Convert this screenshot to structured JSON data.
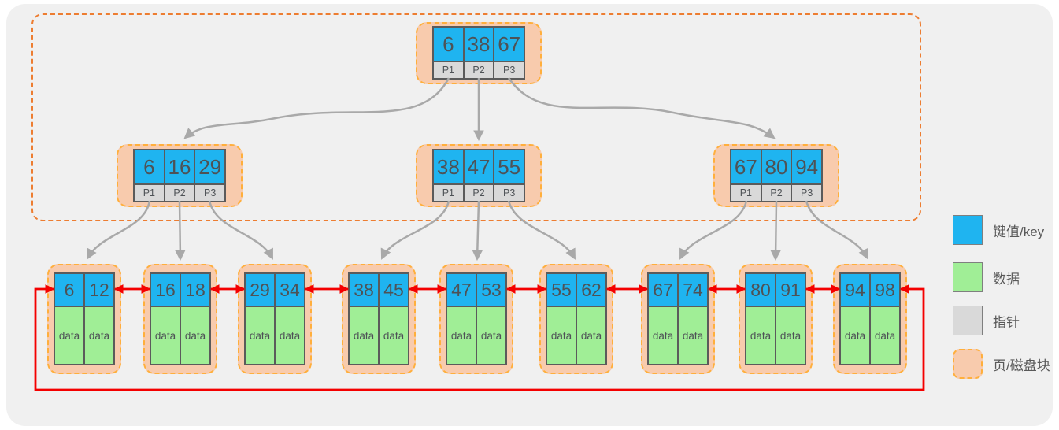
{
  "tree": {
    "root": {
      "keys": [
        "6",
        "38",
        "67"
      ],
      "pointers": [
        "P1",
        "P2",
        "P3"
      ]
    },
    "internal": [
      {
        "keys": [
          "6",
          "16",
          "29"
        ],
        "pointers": [
          "P1",
          "P2",
          "P3"
        ]
      },
      {
        "keys": [
          "38",
          "47",
          "55"
        ],
        "pointers": [
          "P1",
          "P2",
          "P3"
        ]
      },
      {
        "keys": [
          "67",
          "80",
          "94"
        ],
        "pointers": [
          "P1",
          "P2",
          "P3"
        ]
      }
    ],
    "leaves": [
      {
        "keys": [
          "6",
          "12"
        ],
        "data": [
          "data",
          "data"
        ]
      },
      {
        "keys": [
          "16",
          "18"
        ],
        "data": [
          "data",
          "data"
        ]
      },
      {
        "keys": [
          "29",
          "34"
        ],
        "data": [
          "data",
          "data"
        ]
      },
      {
        "keys": [
          "38",
          "45"
        ],
        "data": [
          "data",
          "data"
        ]
      },
      {
        "keys": [
          "47",
          "53"
        ],
        "data": [
          "data",
          "data"
        ]
      },
      {
        "keys": [
          "55",
          "62"
        ],
        "data": [
          "data",
          "data"
        ]
      },
      {
        "keys": [
          "67",
          "74"
        ],
        "data": [
          "data",
          "data"
        ]
      },
      {
        "keys": [
          "80",
          "91"
        ],
        "data": [
          "data",
          "data"
        ]
      },
      {
        "keys": [
          "94",
          "98"
        ],
        "data": [
          "data",
          "data"
        ]
      }
    ]
  },
  "legend": {
    "items": [
      {
        "label": "键值/key"
      },
      {
        "label": "数据"
      },
      {
        "label": "指针"
      },
      {
        "label": "页/磁盘块"
      }
    ]
  },
  "colors": {
    "key_fill": "#1FB4F0",
    "data_fill": "#A0EE96",
    "pointer_fill": "#D9D9D9",
    "page_fill": "#F8CBAD",
    "page_border": "#FFAF3C",
    "boundary_border": "#ED7D31",
    "connector": "#A9A9A9",
    "leaf_link": "#F40000"
  }
}
